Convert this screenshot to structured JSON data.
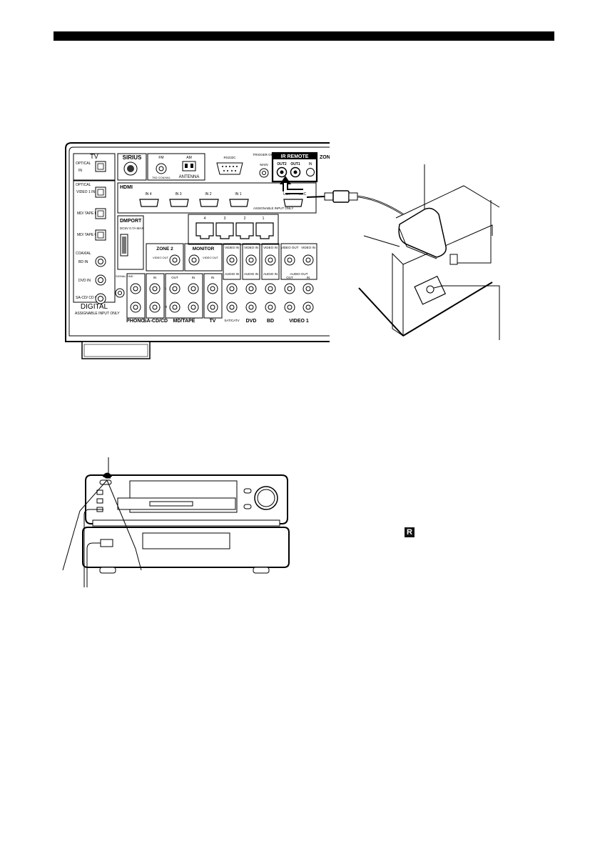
{
  "receiver": {
    "sections": {
      "tv": "TV",
      "sirius": "SIRIUS",
      "fm": "FM",
      "fm_sub": "75Ω COAXIAL",
      "am": "AM",
      "antenna": "ANTENNA",
      "rs232c": "RS232C",
      "trigger_out": "TRIGGER OUT",
      "main": "MAIN",
      "ir_remote": "IR REMOTE",
      "out2": "OUT2",
      "out1": "OUT1",
      "ir_in": "IN",
      "zone_cut": "ZON",
      "hdmi": "HDMI",
      "hdmi_in4": "IN 4",
      "hdmi_in3": "IN 3",
      "hdmi_in2": "IN 2",
      "hdmi_in1": "IN 1",
      "hdmi_out": "OUT",
      "hdmi_arc": "ARC",
      "assignable_input_only": "ASSIGNABLE INPUT ONLY",
      "dmport": "DMPORT",
      "dmport_power": "DC5V 0.7A MAX",
      "lan": [
        "4",
        "3",
        "2",
        "1"
      ],
      "zone2": "ZONE 2",
      "monitor": "MONITOR",
      "video_out": "VIDEO OUT",
      "video_in": "VIDEO IN",
      "audio_in": "AUDIO IN",
      "audio_out": "AUDIO OUT",
      "signal_gnd": "SIGNAL GND",
      "optical": "OPTICAL",
      "in": "IN",
      "video1_in": "VIDEO 1 IN",
      "md_tape_in": "MD/ TAPE IN",
      "md_tape_out": "MD/ TAPE OUT",
      "coaxial": "COAXIAL",
      "bd_in": "BD IN",
      "dvd_in": "DVD IN",
      "sacd_cd_in": "SA-CD/ CD IN",
      "digital": "DIGITAL",
      "assignable_footer": "ASSIGNABLE INPUT ONLY",
      "phono": "PHONO",
      "sacd_cd": "SA-CD/CD",
      "md_tape": "MD/TAPE",
      "tv_bottom": "TV",
      "sat_catv": "SAT/CATV",
      "dvd": "DVD",
      "bd": "BD",
      "video1": "VIDEO 1",
      "out": "OUT",
      "l": "L",
      "r": "R"
    }
  },
  "ir_symbol": "R"
}
